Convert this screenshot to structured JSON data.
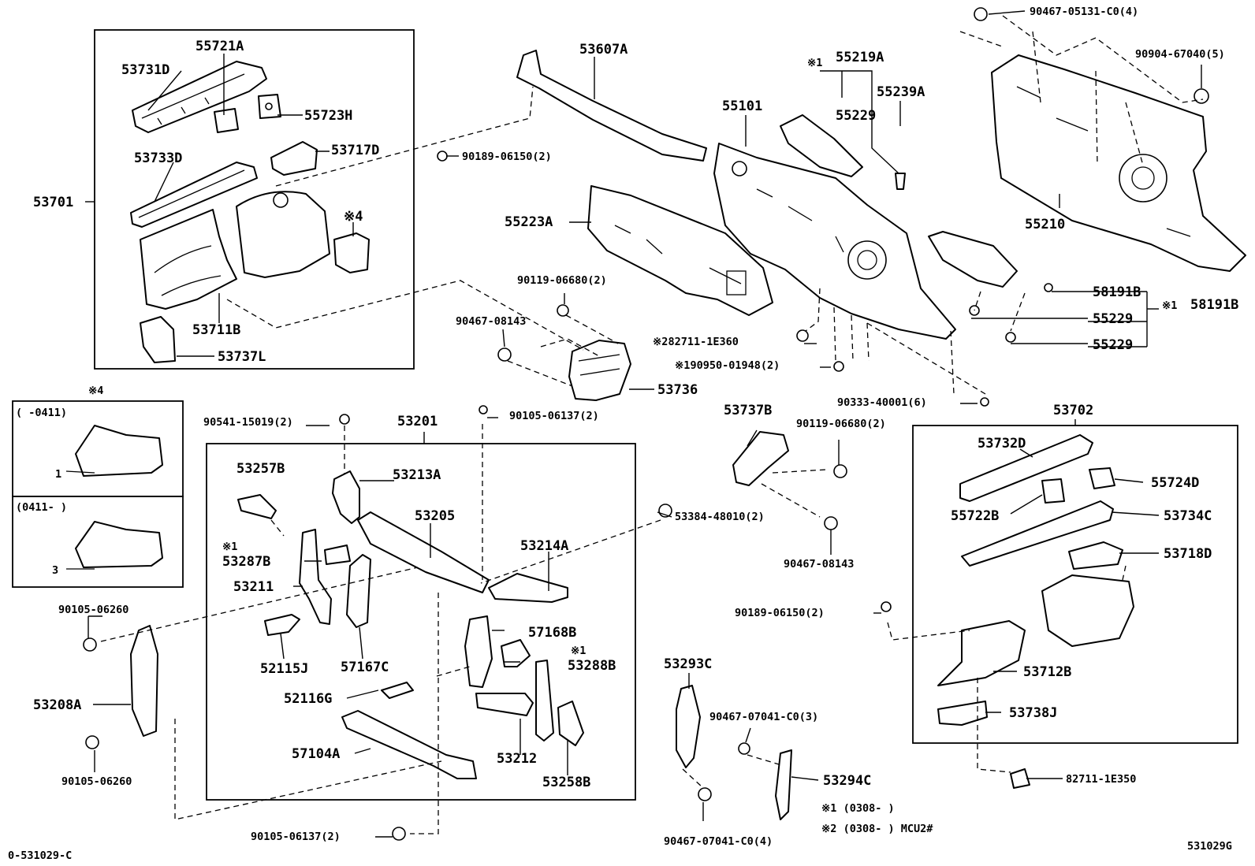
{
  "labels": {
    "p53731D": "53731D",
    "p55721A": "55721A",
    "p55723H": "55723H",
    "p53733D": "53733D",
    "p53717D": "53717D",
    "p53701": "53701",
    "p53711B": "53711B",
    "p53737L": "53737L",
    "mark4a": "※4",
    "p53607A": "53607A",
    "p90189_06150_a": "90189-06150(2)",
    "p55223A": "55223A",
    "p55101": "55101",
    "mark1a": "※1",
    "p55219A": "55219A",
    "p55239A": "55239A",
    "p55229_top": "55229",
    "p90467_05131": "90467-05131-C0(4)",
    "p90904_67040": "90904-67040(5)",
    "p55210": "55210",
    "p90119_06680_a": "90119-06680(2)",
    "p90467_08143_a": "90467-08143",
    "p53736": "53736",
    "p82711_1E360": "※282711-1E360",
    "p90950_01948": "※190950-01948(2)",
    "p58191B_a": "58191B",
    "p55229_a": "55229",
    "p55229_b": "55229",
    "mark1b": "※1",
    "p58191B_b": "58191B",
    "p90333_40001": "90333-40001(6)",
    "mark4b": "※4",
    "inset_top_range": "(        -0411)",
    "inset_top_num": "1",
    "inset_bot_range": "(0411-        )",
    "inset_bot_num": "3",
    "p90541_15019": "90541-15019(2)",
    "p53201": "53201",
    "p90105_06137_a": "90105-06137(2)",
    "p53257B": "53257B",
    "p53213A": "53213A",
    "mark1c": "※1",
    "p53287B": "53287B",
    "p53205": "53205",
    "p53211": "53211",
    "p53214A": "53214A",
    "p52115J": "52115J",
    "p57167C": "57167C",
    "p57168B": "57168B",
    "mark1d": "※1",
    "p53288B": "53288B",
    "p52116G": "52116G",
    "p57104A": "57104A",
    "p53212": "53212",
    "p53258B": "53258B",
    "p90105_06260_a": "90105-06260",
    "p53208A": "53208A",
    "p90105_06260_b": "90105-06260",
    "p90105_06137_b": "90105-06137(2)",
    "p53737B": "53737B",
    "p90119_06680_b": "90119-06680(2)",
    "p53384_48010": "53384-48010(2)",
    "p90467_08143_b": "90467-08143",
    "p90189_06150_b": "90189-06150(2)",
    "p53293C": "53293C",
    "p90467_07041_a": "90467-07041-C0(3)",
    "p53294C": "53294C",
    "p90467_07041_b": "90467-07041-C0(4)",
    "p53702": "53702",
    "p53732D": "53732D",
    "p55724D": "55724D",
    "p55722B": "55722B",
    "p53734C": "53734C",
    "p53718D": "53718D",
    "p53712B": "53712B",
    "p53738J": "53738J",
    "p82711_1E350": "82711-1E350",
    "note1": "※1 (0308-          )",
    "note2": "※2 (0308-          ) MCU2#",
    "code_left": "0-531029-C",
    "code_right": "531029G"
  }
}
